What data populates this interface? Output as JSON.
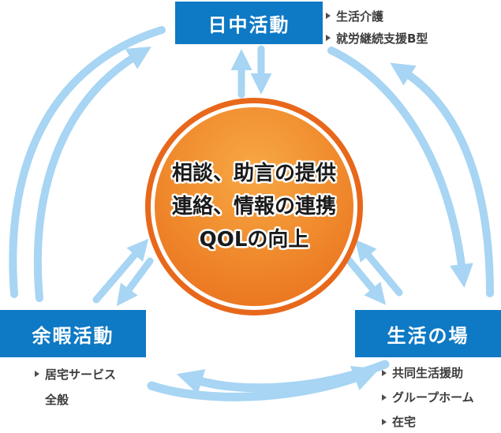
{
  "diagram": {
    "center_circle": {
      "lines": [
        "相談、助言の提供",
        "連絡、情報の連携",
        "QOLの向上"
      ]
    },
    "nodes": {
      "daytime": {
        "label": "日中活動",
        "bullets": [
          "生活介護",
          "就労継続支援B型"
        ]
      },
      "leisure": {
        "label": "余暇活動",
        "bullets": [
          "居宅サービス",
          "全般"
        ]
      },
      "living": {
        "label": "生活の場",
        "bullets": [
          "共同生活援助",
          "グループホーム",
          "在宅"
        ]
      }
    },
    "icons": {
      "bullet_marker": "right-triangle",
      "arrow_style": "light-blue-curved-double-headed-cycle"
    },
    "colors": {
      "node_box": "#0E79C4",
      "node_label_text": "#FFFFFF",
      "arrow": "#A7D5F3",
      "circle_ring": "#E8681B",
      "circle_fill_light": "#F7A845",
      "circle_fill_dark": "#E96C1B",
      "bullet_text": "#3C3C3C"
    }
  }
}
